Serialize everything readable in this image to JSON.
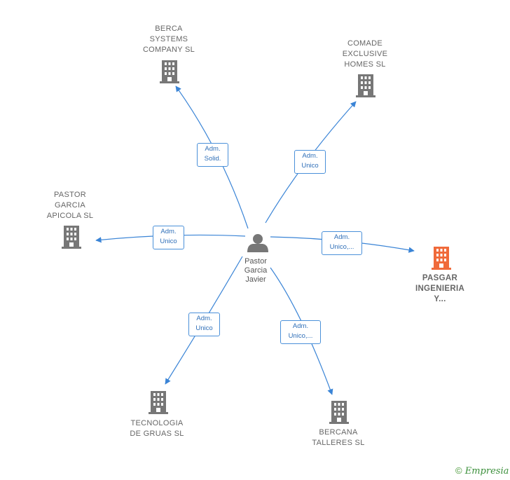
{
  "colors": {
    "edge": "#3a84d6",
    "building": "#777777",
    "building_highlight": "#f06a3a",
    "person": "#777777",
    "brand": "#3a8f3a"
  },
  "center": {
    "name_lines": [
      "Pastor",
      "Garcia",
      "Javier"
    ],
    "icon": "person-icon"
  },
  "companies": [
    {
      "id": "berca",
      "name_lines": [
        "BERCA",
        "SYSTEMS",
        "COMPANY  SL"
      ],
      "icon": "building-icon",
      "highlight": false
    },
    {
      "id": "comade",
      "name_lines": [
        "COMADE",
        "EXCLUSIVE",
        "HOMES  SL"
      ],
      "icon": "building-icon",
      "highlight": false
    },
    {
      "id": "pastor-apicola",
      "name_lines": [
        "PASTOR",
        "GARCIA",
        "APICOLA  SL"
      ],
      "icon": "building-icon",
      "highlight": false
    },
    {
      "id": "pasgar",
      "name_lines": [
        "PASGAR",
        "INGENIERIA",
        "Y..."
      ],
      "icon": "building-icon",
      "highlight": true
    },
    {
      "id": "tecnologia",
      "name_lines": [
        "TECNOLOGIA",
        "DE GRUAS  SL"
      ],
      "icon": "building-icon",
      "highlight": false
    },
    {
      "id": "bercana",
      "name_lines": [
        "BERCANA",
        "TALLERES  SL"
      ],
      "icon": "building-icon",
      "highlight": false
    }
  ],
  "relations": [
    {
      "to": "berca",
      "label_lines": [
        "Adm.",
        "Solid."
      ]
    },
    {
      "to": "comade",
      "label_lines": [
        "Adm.",
        "Unico"
      ]
    },
    {
      "to": "pastor-apicola",
      "label_lines": [
        "Adm.",
        "Unico"
      ]
    },
    {
      "to": "pasgar",
      "label_lines": [
        "Adm.",
        "Unico,..."
      ]
    },
    {
      "to": "tecnologia",
      "label_lines": [
        "Adm.",
        "Unico"
      ]
    },
    {
      "to": "bercana",
      "label_lines": [
        "Adm.",
        "Unico,..."
      ]
    }
  ],
  "footer": {
    "copyright_symbol": "©",
    "brand": "Empresia"
  }
}
